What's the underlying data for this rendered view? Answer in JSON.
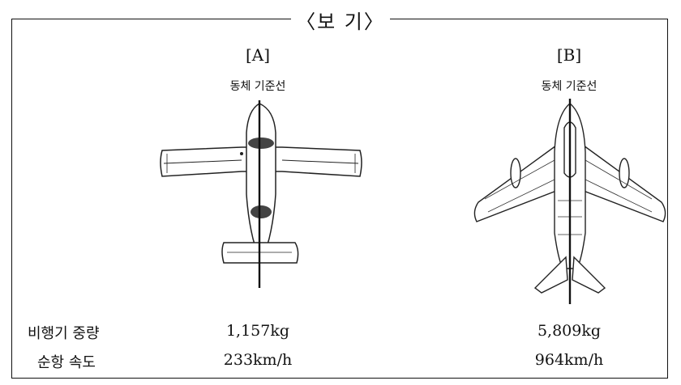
{
  "title": "〈보   기〉",
  "planes": [
    {
      "label": "[A]",
      "axis_label": "동체 기준선",
      "weight": "1,157kg",
      "speed": "233km/h"
    },
    {
      "label": "[B]",
      "axis_label": "동체 기준선",
      "weight": "5,809kg",
      "speed": "964km/h"
    }
  ],
  "rows": {
    "weight_label": "비행기 중량",
    "speed_label": "순항 속도"
  }
}
